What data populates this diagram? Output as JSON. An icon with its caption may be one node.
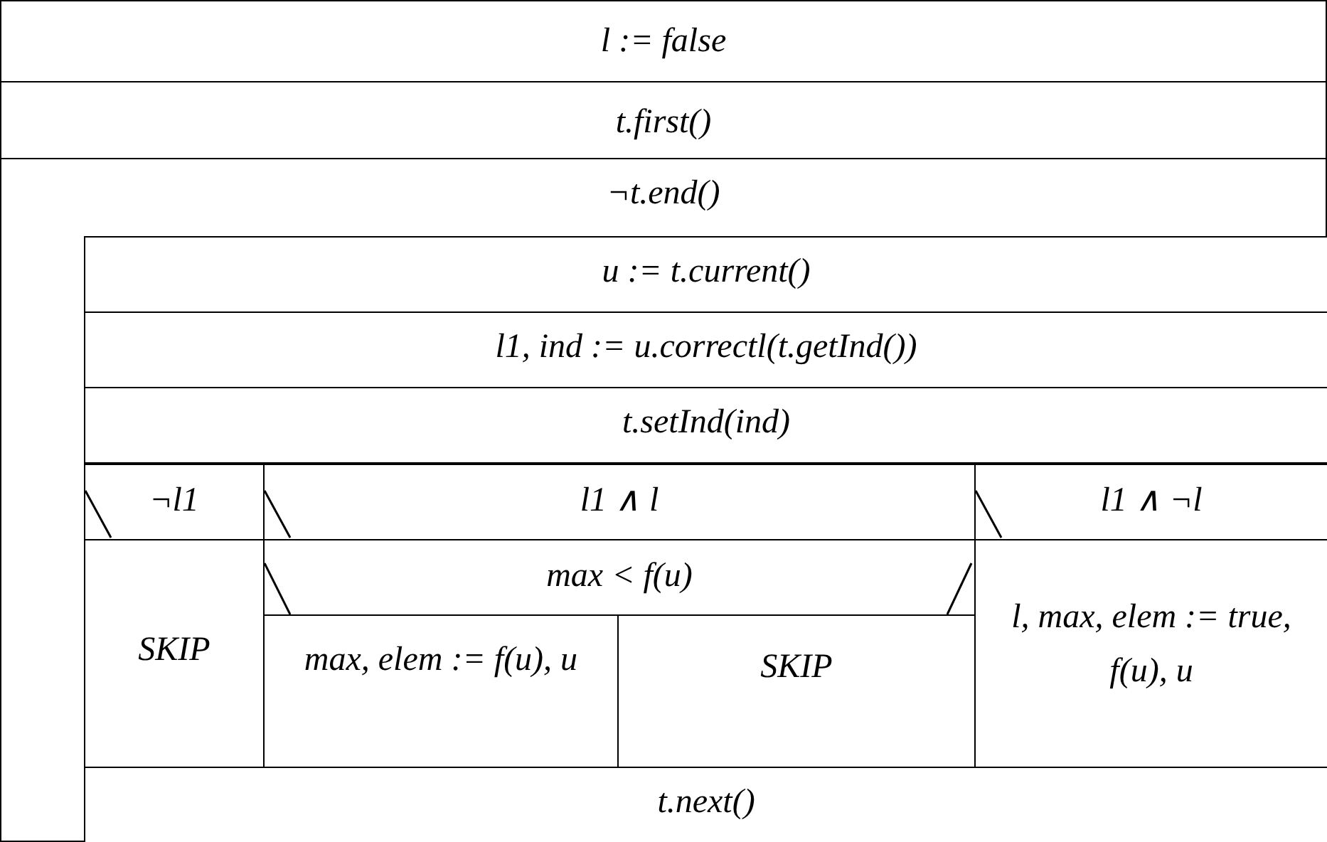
{
  "diagram": {
    "nodes": [
      {
        "text": [
          "l := false"
        ]
      },
      {
        "text": [
          "t.first()"
        ]
      },
      {
        "text": [
          "¬t.end()"
        ]
      },
      {
        "text": [
          "u := t.current()"
        ],
        "in": 2
      },
      {
        "text": [
          "l1, ind := u.correctl(t.getInd())"
        ],
        "in": 2
      },
      {
        "text": [
          "t.setInd(ind)"
        ],
        "in": 2
      },
      {
        "text": [
          "¬l1"
        ],
        "in": 2
      },
      {
        "text": [
          "l1 ∧ l"
        ],
        "in": 2
      },
      {
        "text": [
          "l1 ∧ ¬l"
        ],
        "in": 2
      },
      {
        "text": [
          "SKIP"
        ],
        "in": 2
      },
      {
        "text": [
          "max < f(u)"
        ],
        "in": 2
      },
      {
        "text": [
          "max, elem := f(u), u"
        ],
        "in": 2
      },
      {
        "text": [
          "SKIP"
        ],
        "in": 2
      },
      {
        "text": [
          "l, max, elem := true, f(u), u"
        ],
        "in": 2
      },
      {
        "text": [
          "t.next()"
        ],
        "in": 2
      }
    ]
  }
}
